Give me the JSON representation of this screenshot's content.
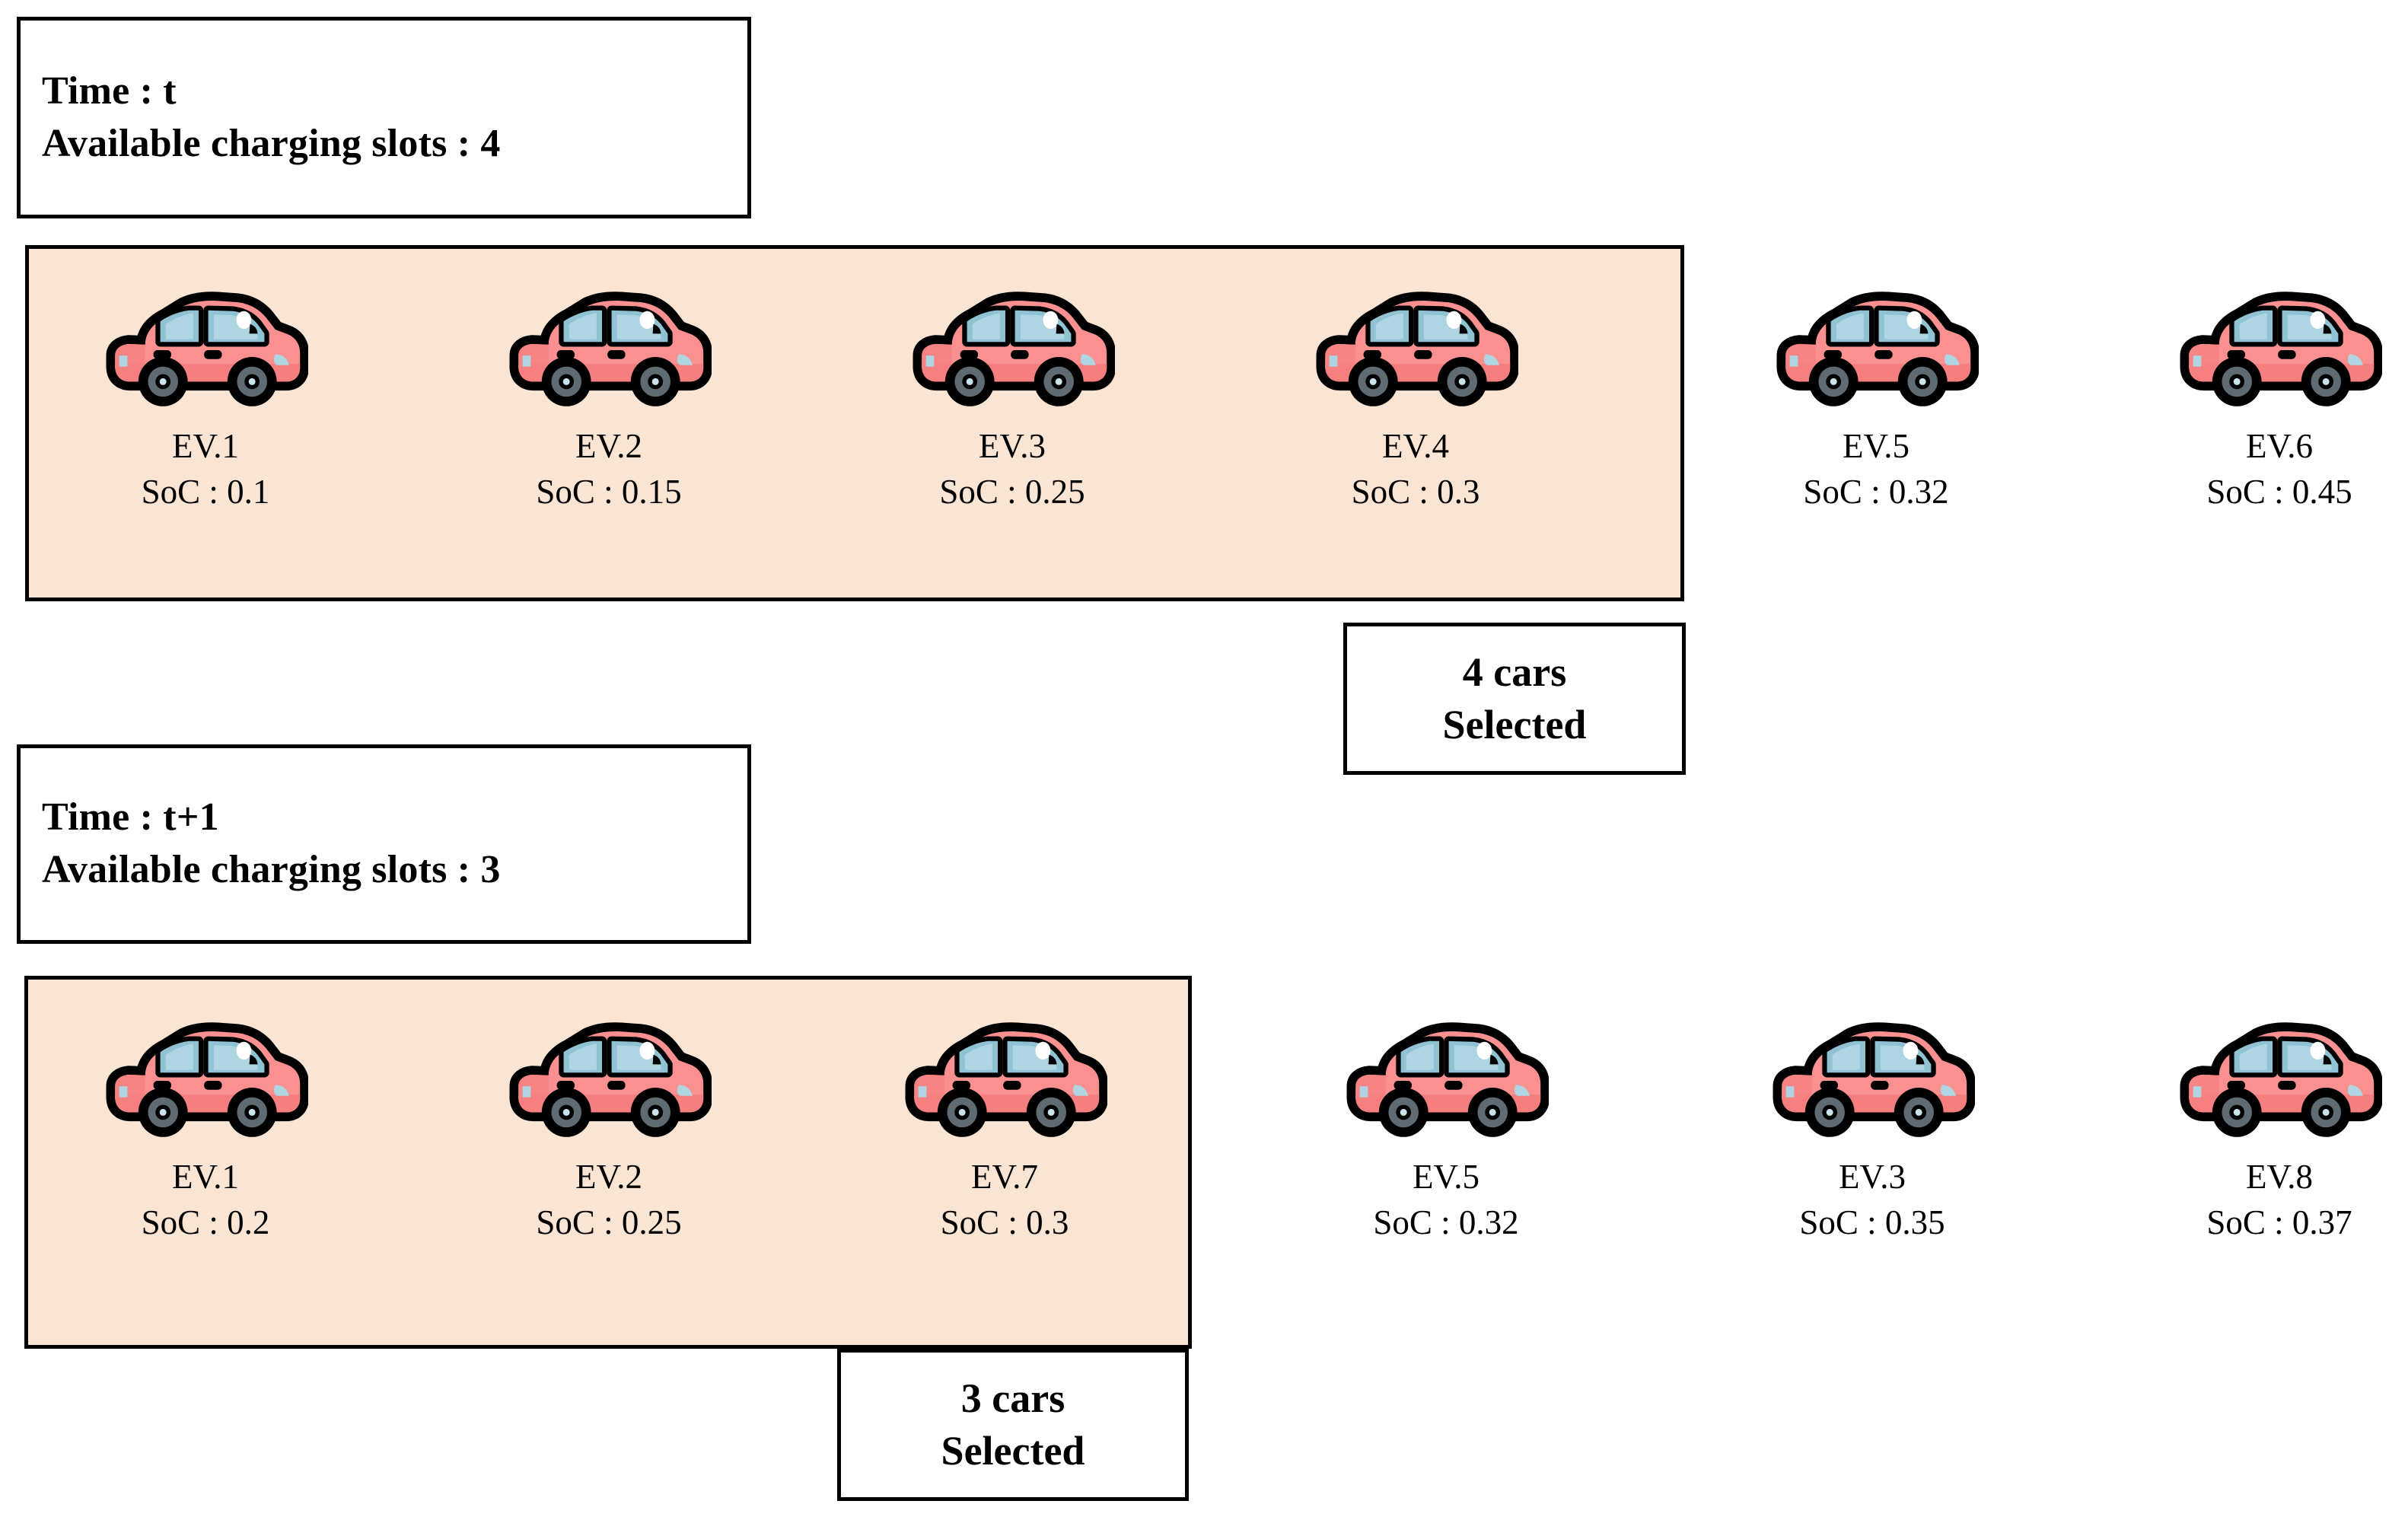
{
  "colors": {
    "highlight_background": "#FAE4D3",
    "car_body": "#FB9090",
    "car_body_shadow": "#F57F7F",
    "car_outline": "#000000",
    "car_window": "#8FC3D4",
    "car_window_highlight": "#AFD5E2",
    "car_wheel_rim": "#5E6B72",
    "car_wheel_hub": "#C9E3EC",
    "box_border": "#000000",
    "page_background": "#FFFFFF"
  },
  "rows": [
    {
      "id": "time-t",
      "info": {
        "time_line": "Time : t",
        "slots_line": "Available charging slots : 4"
      },
      "callout": {
        "count_line": "4 cars",
        "state_line": "Selected"
      },
      "evs": [
        {
          "name": "EV.1",
          "soc": "SoC : 0.1",
          "selected": true
        },
        {
          "name": "EV.2",
          "soc": "SoC : 0.15",
          "selected": true
        },
        {
          "name": "EV.3",
          "soc": "SoC : 0.25",
          "selected": true
        },
        {
          "name": "EV.4",
          "soc": "SoC : 0.3",
          "selected": true
        },
        {
          "name": "EV.5",
          "soc": "SoC : 0.32",
          "selected": false
        },
        {
          "name": "EV.6",
          "soc": "SoC : 0.45",
          "selected": false
        }
      ]
    },
    {
      "id": "time-t-plus-1",
      "info": {
        "time_line": "Time : t+1",
        "slots_line": "Available charging slots : 3"
      },
      "callout": {
        "count_line": "3 cars",
        "state_line": "Selected"
      },
      "evs": [
        {
          "name": "EV.1",
          "soc": "SoC : 0.2",
          "selected": true
        },
        {
          "name": "EV.2",
          "soc": "SoC : 0.25",
          "selected": true
        },
        {
          "name": "EV.7",
          "soc": "SoC : 0.3",
          "selected": true
        },
        {
          "name": "EV.5",
          "soc": "SoC : 0.32",
          "selected": false
        },
        {
          "name": "EV.3",
          "soc": "SoC : 0.35",
          "selected": false
        },
        {
          "name": "EV.8",
          "soc": "SoC : 0.37",
          "selected": false
        }
      ]
    }
  ],
  "icons": {
    "car": "car-side-icon"
  }
}
